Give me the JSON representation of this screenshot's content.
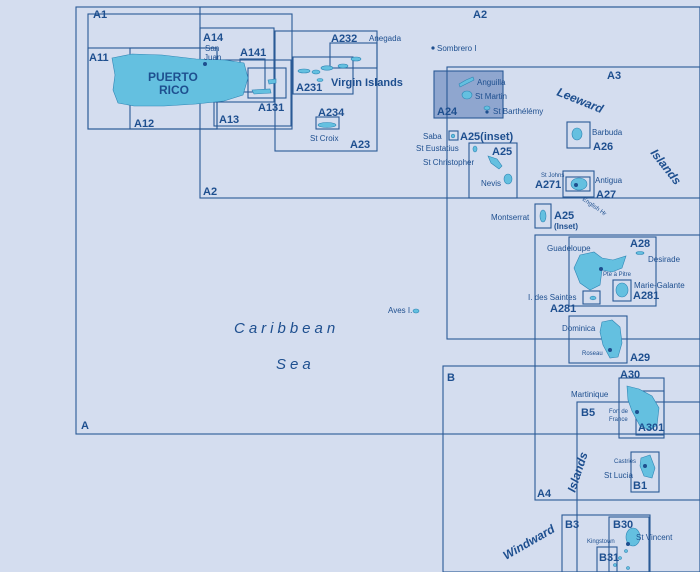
{
  "colors": {
    "sea": "#d4ddef",
    "frame": "#2a5a96",
    "land": "#64c0e0",
    "text": "#1e4f8f",
    "highlight": "#8fa6cf"
  },
  "chart_ids": {
    "A": "A",
    "A1": "A1",
    "A2": "A2",
    "A2b": "A2",
    "A3": "A3",
    "A4": "A4",
    "A11": "A11",
    "A12": "A12",
    "A13": "A13",
    "A14": "A14",
    "A141": "A141",
    "A131": "A131",
    "A23": "A23",
    "A231": "A231",
    "A232": "A232",
    "A234": "A234",
    "A24": "A24",
    "A25": "A25",
    "A25inset1": "A25(inset)",
    "A25inset2a": "A25",
    "A25inset2b": "(Inset)",
    "A26": "A26",
    "A27": "A27",
    "A271": "A271",
    "A28": "A28",
    "A281a": "A281",
    "A281b": "A281",
    "A29": "A29",
    "A30": "A30",
    "A301": "A301",
    "B": "B",
    "B1": "B1",
    "B3": "B3",
    "B30": "B30",
    "B31": "B31",
    "B5": "B5"
  },
  "places": {
    "san_juan_1": "San",
    "san_juan_2": "Juan",
    "puerto": "PUERTO",
    "rico": "RICO",
    "anegada": "Anegada",
    "virgin_islands": "Virgin Islands",
    "st_croix": "St Croix",
    "sombrero": "Sombrero I",
    "anguilla": "Anguilla",
    "st_martin": "St Martin",
    "st_barthelemy": "St Barthélémy",
    "saba": "Saba",
    "st_eustatius": "St Eustatius",
    "st_christopher": "St Christopher",
    "nevis": "Nevis",
    "barbuda": "Barbuda",
    "st_johns": "St Johns",
    "antigua": "Antigua",
    "english_hr": "English Hr",
    "montserrat": "Montserrat",
    "guadeloupe": "Guadeloupe",
    "desirade": "Desirade",
    "pte_a_pitre": "Pte à Pitre",
    "marie_galante": "Marie-Galante",
    "i_des_saintes": "I. des Saintes",
    "dominica": "Dominica",
    "roseau": "Roseau",
    "aves": "Aves I.",
    "martinique": "Martinique",
    "fort_de_1": "Fort de",
    "fort_de_2": "France",
    "castries": "Castries",
    "st_lucia": "St Lucia",
    "kingstown": "Kingstown",
    "st_vincent": "St Vincent"
  },
  "regions": {
    "leeward": "Leeward",
    "islands_top": "Islands",
    "islands_bottom": "Islands",
    "windward": "Windward",
    "caribbean": "Caribbean",
    "sea": "Sea"
  }
}
